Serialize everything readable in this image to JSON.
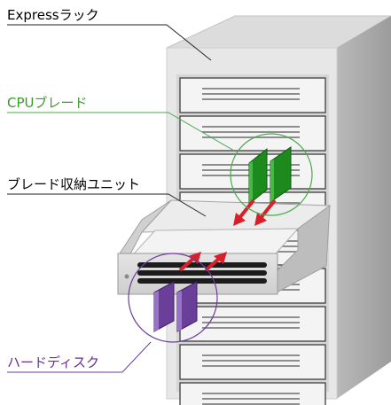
{
  "labels": {
    "rack": "Expressラック",
    "cpu_blade": "CPUブレード",
    "blade_unit": "ブレード収納ユニット",
    "hard_disk": "ハードディスク"
  },
  "colors": {
    "rack_label": "#000000",
    "cpu_label": "#3a9a2a",
    "unit_label": "#000000",
    "disk_label": "#6a2e8e",
    "cpu_blade_fill": "#1c8a1c",
    "disk_fill": "#6a3f9a",
    "arrow_red": "#d8202a"
  }
}
